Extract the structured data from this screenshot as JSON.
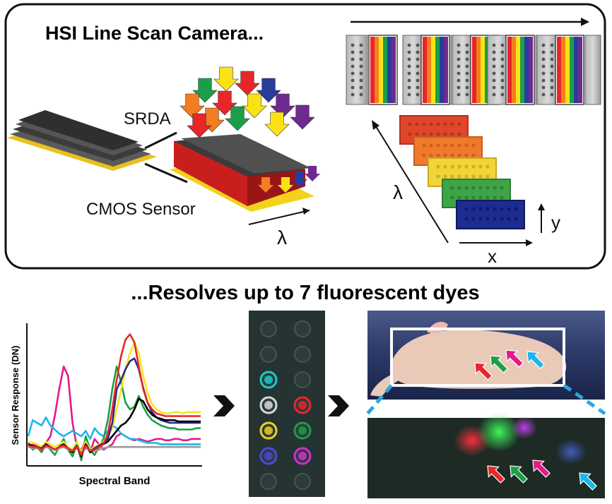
{
  "top_panel": {
    "title": "HSI Line Scan Camera...",
    "srda_label": "SRDA",
    "cmos_label": "CMOS Sensor",
    "lambda_label": "λ",
    "cube_lambda_label": "λ",
    "y_label": "y",
    "x_label": "x"
  },
  "bottom_title": "...Resolves up to 7 fluorescent dyes",
  "chart": {
    "ylabel": "Sensor Response (DN)",
    "xlabel": "Spectral Band"
  },
  "colors": {
    "spectrum": [
      "#e8262a",
      "#f47d20",
      "#fbe216",
      "#1c9e48",
      "#2a3c9c",
      "#6d2b8f"
    ],
    "dye_series": [
      "#e31a8c",
      "#1db6e8",
      "#1c9e48",
      "#f6e51e",
      "#2a2a8c",
      "#000000",
      "#9a9a9a",
      "#e8262a"
    ],
    "dashed_connector": "#2aa7e0",
    "pointer_arrows": [
      "#e8262a",
      "#1c9e48",
      "#e31a8c",
      "#1db6e8"
    ]
  },
  "chart_data": {
    "type": "line",
    "title": "",
    "xlabel": "Spectral Band",
    "ylabel": "Sensor Response (DN)",
    "grid": false,
    "x": [
      1,
      2,
      3,
      4,
      5,
      6,
      7,
      8,
      9,
      10,
      11,
      12,
      13,
      14,
      15,
      16,
      17,
      18,
      19,
      20,
      21,
      22,
      23,
      24,
      25,
      26,
      27,
      28,
      29,
      30,
      31,
      32,
      33,
      34,
      35,
      36,
      37,
      38,
      39,
      40
    ],
    "series": [
      {
        "color": "#e31a8c",
        "values": [
          0.12,
          0.14,
          0.13,
          0.1,
          0.15,
          0.2,
          0.35,
          0.55,
          0.72,
          0.65,
          0.3,
          0.12,
          0.1,
          0.16,
          0.08,
          0.18,
          0.14,
          0.1,
          0.12,
          0.14,
          0.2,
          0.22,
          0.2,
          0.18,
          0.17,
          0.18,
          0.17,
          0.16,
          0.17,
          0.18,
          0.18,
          0.17,
          0.17,
          0.18,
          0.18,
          0.17,
          0.17,
          0.18,
          0.18,
          0.18
        ]
      },
      {
        "color": "#1db6e8",
        "values": [
          0.2,
          0.32,
          0.3,
          0.28,
          0.34,
          0.28,
          0.25,
          0.22,
          0.2,
          0.22,
          0.24,
          0.22,
          0.2,
          0.24,
          0.18,
          0.26,
          0.22,
          0.2,
          0.24,
          0.28,
          0.26,
          0.22,
          0.2,
          0.18,
          0.18,
          0.17,
          0.16,
          0.15,
          0.15,
          0.15,
          0.14,
          0.14,
          0.14,
          0.14,
          0.14,
          0.14,
          0.14,
          0.14,
          0.14,
          0.14
        ]
      },
      {
        "color": "#1c9e48",
        "values": [
          0.15,
          0.1,
          0.12,
          0.08,
          0.14,
          0.1,
          0.06,
          0.12,
          0.18,
          0.1,
          0.05,
          0.14,
          0.02,
          0.2,
          0.1,
          0.06,
          0.12,
          0.18,
          0.32,
          0.55,
          0.72,
          0.6,
          0.45,
          0.4,
          0.42,
          0.5,
          0.42,
          0.36,
          0.32,
          0.3,
          0.28,
          0.27,
          0.26,
          0.26,
          0.25,
          0.25,
          0.25,
          0.25,
          0.26,
          0.26
        ]
      },
      {
        "color": "#f6e51e",
        "values": [
          0.16,
          0.15,
          0.14,
          0.12,
          0.16,
          0.14,
          0.12,
          0.14,
          0.16,
          0.12,
          0.1,
          0.16,
          0.08,
          0.16,
          0.1,
          0.12,
          0.14,
          0.16,
          0.2,
          0.26,
          0.4,
          0.55,
          0.7,
          0.82,
          0.9,
          0.82,
          0.65,
          0.52,
          0.44,
          0.4,
          0.38,
          0.37,
          0.37,
          0.38,
          0.38,
          0.37,
          0.38,
          0.38,
          0.38,
          0.38
        ]
      },
      {
        "color": "#2a2a8c",
        "values": [
          0.14,
          0.13,
          0.12,
          0.11,
          0.14,
          0.12,
          0.1,
          0.12,
          0.14,
          0.11,
          0.09,
          0.13,
          0.06,
          0.14,
          0.09,
          0.11,
          0.13,
          0.15,
          0.18,
          0.3,
          0.55,
          0.62,
          0.7,
          0.76,
          0.78,
          0.7,
          0.56,
          0.45,
          0.38,
          0.34,
          0.32,
          0.31,
          0.3,
          0.3,
          0.3,
          0.3,
          0.3,
          0.3,
          0.3,
          0.3
        ]
      },
      {
        "color": "#000000",
        "values": [
          0.14,
          0.12,
          0.12,
          0.1,
          0.14,
          0.12,
          0.1,
          0.12,
          0.14,
          0.1,
          0.08,
          0.12,
          0.05,
          0.14,
          0.08,
          0.1,
          0.12,
          0.14,
          0.16,
          0.2,
          0.24,
          0.28,
          0.3,
          0.34,
          0.4,
          0.48,
          0.46,
          0.4,
          0.36,
          0.34,
          0.33,
          0.32,
          0.32,
          0.32,
          0.31,
          0.31,
          0.31,
          0.31,
          0.31,
          0.31
        ]
      },
      {
        "color": "#9a9a9a",
        "values": [
          0.12,
          0.11,
          0.11,
          0.1,
          0.12,
          0.11,
          0.1,
          0.11,
          0.12,
          0.1,
          0.09,
          0.11,
          0.08,
          0.11,
          0.1,
          0.09,
          0.1,
          0.11,
          0.12,
          0.12,
          0.12,
          0.12,
          0.12,
          0.12,
          0.12,
          0.12,
          0.12,
          0.12,
          0.12,
          0.12,
          0.12,
          0.12,
          0.12,
          0.12,
          0.12,
          0.12,
          0.12,
          0.12,
          0.12,
          0.12
        ]
      },
      {
        "color": "#e8262a",
        "values": [
          0.13,
          0.12,
          0.12,
          0.1,
          0.13,
          0.12,
          0.1,
          0.12,
          0.13,
          0.11,
          0.09,
          0.12,
          0.06,
          0.13,
          0.09,
          0.1,
          0.12,
          0.14,
          0.22,
          0.4,
          0.62,
          0.8,
          0.92,
          0.96,
          0.9,
          0.72,
          0.55,
          0.45,
          0.4,
          0.37,
          0.36,
          0.35,
          0.35,
          0.35,
          0.35,
          0.35,
          0.35,
          0.35,
          0.35,
          0.35
        ]
      }
    ]
  }
}
